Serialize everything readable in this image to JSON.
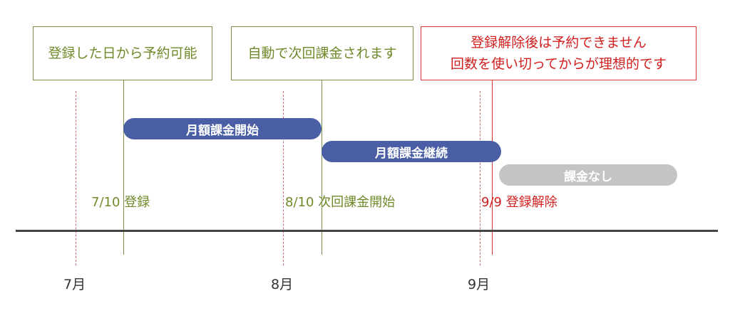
{
  "boxes": {
    "register_box": "登録した日から予約可能",
    "auto_billing_box": "自動で次回課金されます",
    "cancel_warning_line1": "登録解除後は予約できません",
    "cancel_warning_line2": "回数を使い切ってからが理想的です"
  },
  "bars": {
    "start": "月額課金開始",
    "continue": "月額課金継続",
    "none": "課金なし"
  },
  "events": {
    "registration": "7/10 登録",
    "next_billing": "8/10 次回課金開始",
    "cancellation": "9/9 登録解除"
  },
  "months": [
    "7月",
    "8月",
    "9月"
  ],
  "colors": {
    "green": "#6f8a2a",
    "red": "#d11f1f",
    "blue": "#4a5ea5",
    "gray": "#c4c4c4"
  }
}
